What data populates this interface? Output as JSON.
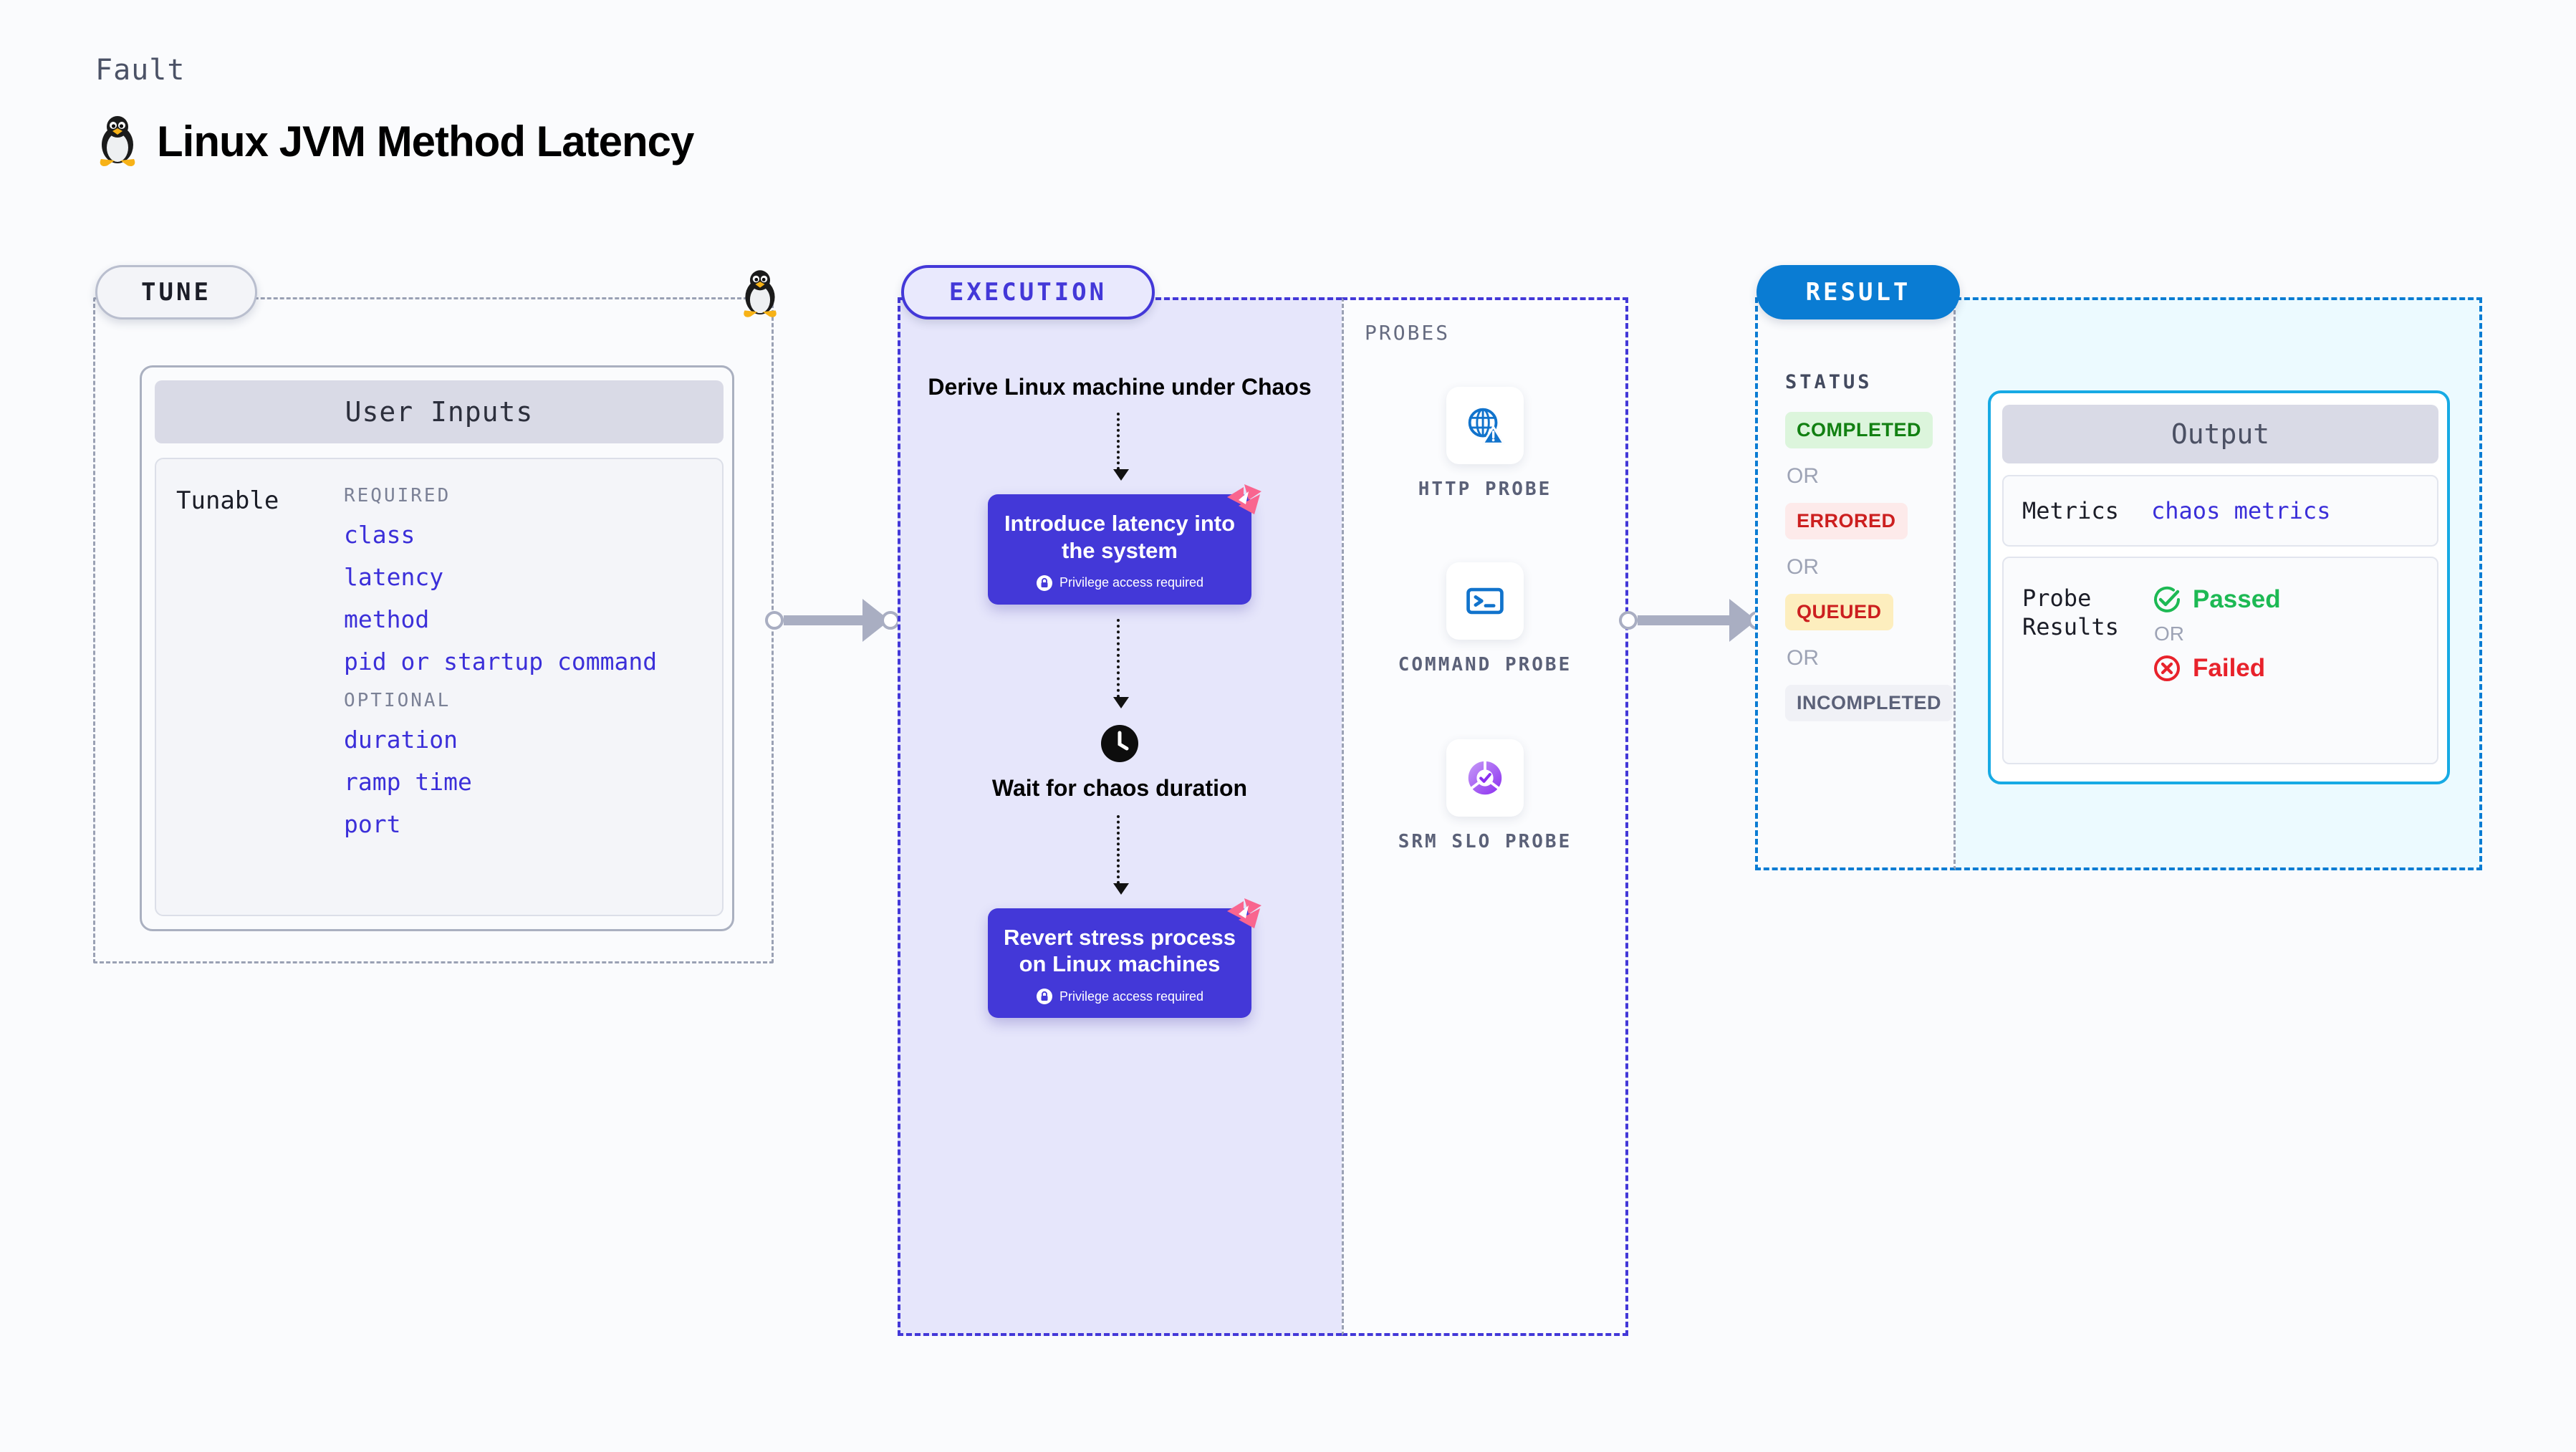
{
  "header": {
    "eyebrow": "Fault",
    "title": "Linux JVM Method Latency",
    "icon": "linux-penguin-icon"
  },
  "tune": {
    "pill_label": "TUNE",
    "icon": "linux-penguin-icon",
    "card_title": "User Inputs",
    "tunable_label": "Tunable",
    "groups": [
      {
        "heading": "REQUIRED",
        "items": [
          "class",
          "latency",
          "method",
          "pid or startup command"
        ]
      },
      {
        "heading": "OPTIONAL",
        "items": [
          "duration",
          "ramp time",
          "port"
        ]
      }
    ]
  },
  "execution": {
    "pill_label": "EXECUTION",
    "steps": [
      {
        "type": "text",
        "label": "Derive Linux machine under Chaos"
      },
      {
        "type": "chaos-box",
        "label": "Introduce latency into the system",
        "privilege": "Privilege access required",
        "badge": "litmus-chaos-icon"
      },
      {
        "type": "clock",
        "label": "Wait for chaos duration",
        "icon": "clock-icon"
      },
      {
        "type": "chaos-box",
        "label": "Revert stress process on Linux machines",
        "privilege": "Privilege access required",
        "badge": "litmus-chaos-icon"
      }
    ]
  },
  "probes": {
    "section_label": "PROBES",
    "items": [
      {
        "caption": "HTTP PROBE",
        "icon": "globe-warning-icon"
      },
      {
        "caption": "COMMAND PROBE",
        "icon": "terminal-icon"
      },
      {
        "caption": "SRM SLO PROBE",
        "icon": "slo-donut-check-icon"
      }
    ]
  },
  "result": {
    "pill_label": "RESULT",
    "status_label": "STATUS",
    "or_label": "OR",
    "statuses": [
      {
        "label": "COMPLETED",
        "bg": "#dcf5dc",
        "fg": "#128012"
      },
      {
        "label": "ERRORED",
        "bg": "#fdeaea",
        "fg": "#cc1f1f"
      },
      {
        "label": "QUEUED",
        "bg": "#fdeebe",
        "fg": "#cc1f1f"
      },
      {
        "label": "INCOMPLETED",
        "bg": "#f0f1f6",
        "fg": "#5b6178"
      }
    ],
    "output": {
      "title": "Output",
      "metrics_label": "Metrics",
      "metrics_value": "chaos metrics",
      "probe_results_label": "Probe Results",
      "passed_label": "Passed",
      "failed_label": "Failed",
      "or_label": "OR",
      "passed_icon": "check-circle-icon",
      "failed_icon": "x-circle-icon"
    }
  },
  "colors": {
    "accent_purple": "#4338d8",
    "accent_blue": "#0a7cd3",
    "accent_cyan": "#17aae4",
    "chaos_pink": "#f9658f",
    "pass_green": "#1db954",
    "fail_red": "#e8222b"
  }
}
